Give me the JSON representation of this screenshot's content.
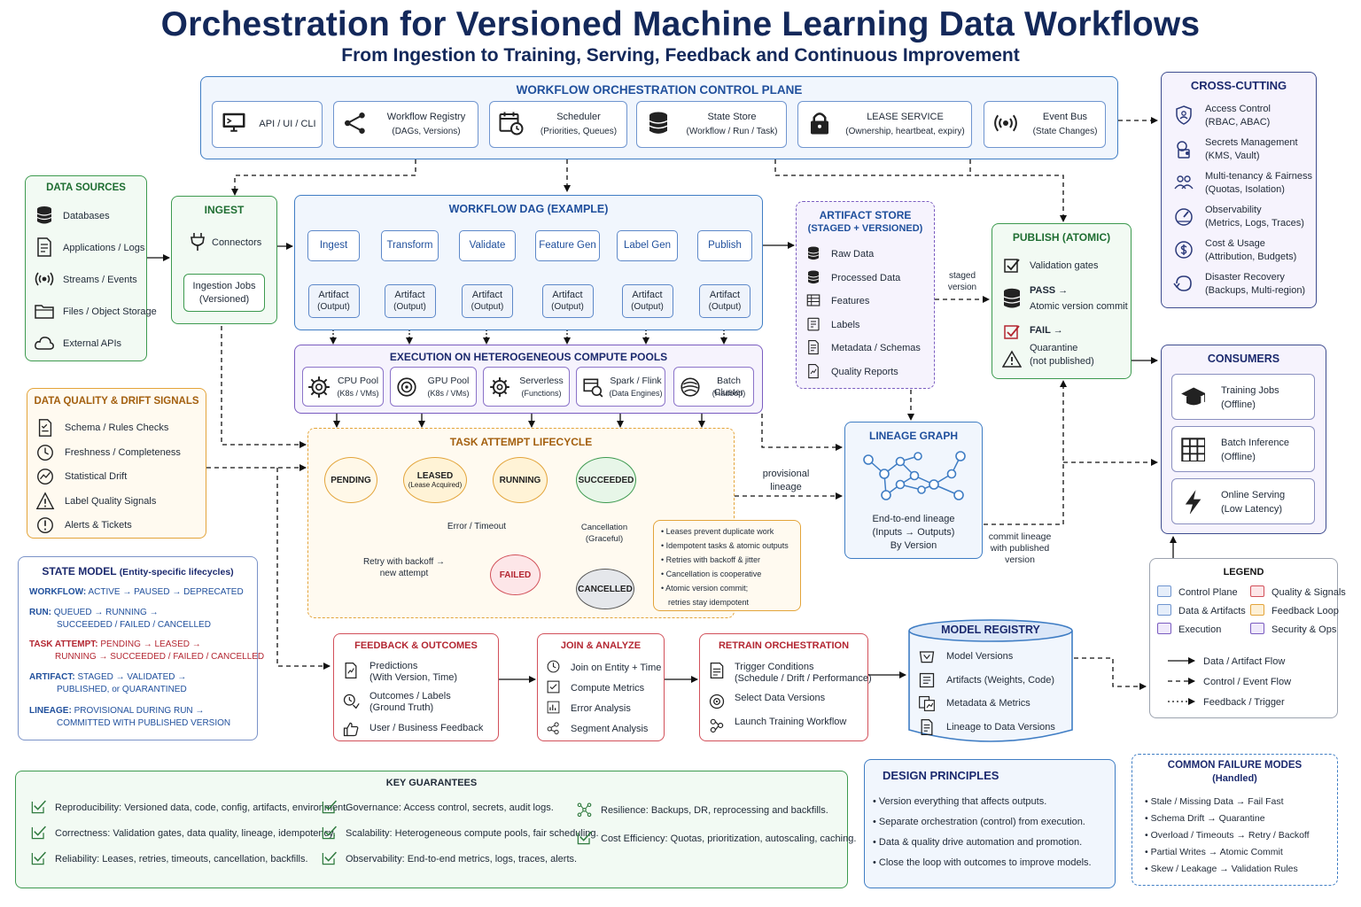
{
  "title": "Orchestration for Versioned Machine Learning Data Workflows",
  "subtitle": "From Ingestion to Training, Serving, Feedback and Continuous Improvement",
  "control_plane": {
    "title": "WORKFLOW ORCHESTRATION CONTROL PLANE",
    "items": [
      {
        "line1": "API / UI / CLI",
        "line2": "",
        "icon": "monitor-icon"
      },
      {
        "line1": "Workflow Registry",
        "line2": "(DAGs, Versions)",
        "icon": "graph-icon"
      },
      {
        "line1": "Scheduler",
        "line2": "(Priorities, Queues)",
        "icon": "calendar-icon"
      },
      {
        "line1": "State Store",
        "line2": "(Workflow / Run / Task)",
        "icon": "database-icon"
      },
      {
        "line1": "LEASE SERVICE",
        "line2": "(Ownership, heartbeat, expiry)",
        "icon": "lock-icon"
      },
      {
        "line1": "Event Bus",
        "line2": "(State Changes)",
        "icon": "broadcast-icon"
      }
    ]
  },
  "cross_cutting": {
    "title": "CROSS-CUTTING",
    "items": [
      {
        "line1": "Access Control",
        "line2": "(RBAC, ABAC)",
        "icon": "shield-icon"
      },
      {
        "line1": "Secrets Management",
        "line2": "(KMS, Vault)",
        "icon": "key-icon"
      },
      {
        "line1": "Multi-tenancy & Fairness",
        "line2": "(Quotas, Isolation)",
        "icon": "users-icon"
      },
      {
        "line1": "Observability",
        "line2": "(Metrics, Logs, Traces)",
        "icon": "gauge-icon"
      },
      {
        "line1": "Cost & Usage",
        "line2": "(Attribution, Budgets)",
        "icon": "dollar-icon"
      },
      {
        "line1": "Disaster Recovery",
        "line2": "(Backups, Multi-region)",
        "icon": "recovery-icon"
      }
    ]
  },
  "data_sources": {
    "title": "DATA SOURCES",
    "items": [
      {
        "label": "Databases",
        "icon": "database-icon"
      },
      {
        "label": "Applications / Logs",
        "icon": "document-icon"
      },
      {
        "label": "Streams / Events",
        "icon": "broadcast-icon"
      },
      {
        "label": "Files / Object Storage",
        "icon": "folder-icon"
      },
      {
        "label": "External APIs",
        "icon": "cloud-icon"
      }
    ]
  },
  "ingest": {
    "title": "INGEST",
    "connectors": "Connectors",
    "jobs_line1": "Ingestion Jobs",
    "jobs_line2": "(Versioned)"
  },
  "dag": {
    "title": "WORKFLOW DAG (EXAMPLE)",
    "steps": [
      "Ingest",
      "Transform",
      "Validate",
      "Feature Gen",
      "Label Gen",
      "Publish"
    ],
    "artifact_line1": "Artifact",
    "artifact_line2": "(Output)"
  },
  "artifact_store": {
    "title_line1": "ARTIFACT STORE",
    "title_line2": "(STAGED + VERSIONED)",
    "items": [
      {
        "label": "Raw Data",
        "icon": "database-icon"
      },
      {
        "label": "Processed Data",
        "icon": "database-icon"
      },
      {
        "label": "Features",
        "icon": "table-icon"
      },
      {
        "label": "Labels",
        "icon": "tag-icon"
      },
      {
        "label": "Metadata / Schemas",
        "icon": "document-icon"
      },
      {
        "label": "Quality Reports",
        "icon": "report-icon"
      }
    ]
  },
  "staged_version_label": [
    "staged",
    "version"
  ],
  "publish": {
    "title": "PUBLISH (ATOMIC)",
    "validation": "Validation gates",
    "pass": "PASS →",
    "pass_desc": "Atomic version commit",
    "fail": "FAIL →",
    "fail_desc1": "Quarantine",
    "fail_desc2": "(not published)"
  },
  "compute": {
    "title": "EXECUTION ON HETEROGENEOUS COMPUTE POOLS",
    "pools": [
      {
        "line1": "CPU Pool",
        "line2": "(K8s / VMs)",
        "icon": "cpu-icon"
      },
      {
        "line1": "GPU Pool",
        "line2": "(K8s / VMs)",
        "icon": "gpu-icon"
      },
      {
        "line1": "Serverless",
        "line2": "(Functions)",
        "icon": "gear-icon"
      },
      {
        "line1": "Spark / Flink",
        "line2": "(Data Engines)",
        "icon": "engine-icon"
      },
      {
        "line1": "Batch Cluster",
        "line2": "(Hadoop)",
        "icon": "cluster-icon"
      }
    ]
  },
  "quality_signals": {
    "title": "DATA QUALITY & DRIFT SIGNALS",
    "items": [
      {
        "label": "Schema / Rules Checks",
        "icon": "checklist-icon"
      },
      {
        "label": "Freshness / Completeness",
        "icon": "clock-icon"
      },
      {
        "label": "Statistical Drift",
        "icon": "drift-icon"
      },
      {
        "label": "Label Quality Signals",
        "icon": "warning-icon"
      },
      {
        "label": "Alerts & Tickets",
        "icon": "alert-icon"
      }
    ]
  },
  "lifecycle": {
    "title": "TASK ATTEMPT LIFECYCLE",
    "pending": "PENDING",
    "leased": "LEASED",
    "leased_sub": "(Lease Acquired)",
    "running": "RUNNING",
    "succeeded": "SUCCEEDED",
    "failed": "FAILED",
    "cancelled": "CANCELLED",
    "error_label": "Error / Timeout",
    "cancel_label1": "Cancellation",
    "cancel_label2": "(Graceful)",
    "retry_label1": "Retry with backoff →",
    "retry_label2": "new attempt",
    "notes": [
      "Leases prevent duplicate work",
      "Idempotent tasks & atomic outputs",
      "Retries with backoff & jitter",
      "Cancellation is cooperative",
      "Atomic version commit;",
      "retries stay idempotent"
    ]
  },
  "provisional_label": [
    "provisional",
    "lineage"
  ],
  "lineage": {
    "title": "LINEAGE GRAPH",
    "desc": [
      "End-to-end lineage",
      "(Inputs → Outputs)",
      "By Version"
    ]
  },
  "commit_label": [
    "commit lineage",
    "with published",
    "version"
  ],
  "consumers": {
    "title": "CONSUMERS",
    "items": [
      {
        "line1": "Training Jobs",
        "line2": "(Offline)",
        "icon": "graduation-icon"
      },
      {
        "line1": "Batch Inference",
        "line2": "(Offline)",
        "icon": "grid-icon"
      },
      {
        "line1": "Online Serving",
        "line2": "(Low Latency)",
        "icon": "lightning-icon"
      }
    ]
  },
  "legend": {
    "title": "LEGEND",
    "swatches": [
      {
        "label": "Control Plane",
        "color": "#e6eefa",
        "border": "#6f95cf"
      },
      {
        "label": "Quality & Signals",
        "color": "#fde6e8",
        "border": "#d2505a"
      },
      {
        "label": "Data & Artifacts",
        "color": "#e6eefa",
        "border": "#6f95cf"
      },
      {
        "label": "Feedback Loop",
        "color": "#fdf0d6",
        "border": "#e3a43a"
      },
      {
        "label": "Execution",
        "color": "#efe9fb",
        "border": "#7a5cc0"
      },
      {
        "label": "Security & Ops",
        "color": "#efe9fb",
        "border": "#7a5cc0"
      }
    ],
    "lines": [
      "Data / Artifact Flow",
      "Control / Event Flow",
      "Feedback / Trigger"
    ]
  },
  "state_model": {
    "title": "STATE MODEL",
    "title_sub": "(Entity-specific lifecycles)",
    "rows": [
      {
        "key": "WORKFLOW:",
        "line1": "ACTIVE → PAUSED → DEPRECATED",
        "line2": "",
        "color": "#1f4f9c"
      },
      {
        "key": "RUN:",
        "line1": "QUEUED → RUNNING →",
        "line2": "SUCCEEDED / FAILED / CANCELLED",
        "color": "#1f4f9c"
      },
      {
        "key": "TASK ATTEMPT:",
        "line1": "PENDING → LEASED →",
        "line2": "RUNNING → SUCCEEDED / FAILED / CANCELLED",
        "color": "#b32631"
      },
      {
        "key": "ARTIFACT:",
        "line1": "STAGED → VALIDATED →",
        "line2": "PUBLISHED, or QUARANTINED",
        "color": "#1f4f9c"
      },
      {
        "key": "LINEAGE:",
        "line1": "PROVISIONAL DURING RUN →",
        "line2": "COMMITTED WITH PUBLISHED VERSION",
        "color": "#1f4f9c"
      }
    ]
  },
  "feedback": {
    "title": "FEEDBACK & OUTCOMES",
    "items": [
      {
        "line1": "Predictions",
        "line2": "(With Version, Time)",
        "icon": "prediction-icon"
      },
      {
        "line1": "Outcomes / Labels",
        "line2": "(Ground Truth)",
        "icon": "outcome-icon"
      },
      {
        "line1": "User / Business Feedback",
        "line2": "",
        "icon": "thumbs-up-icon"
      }
    ]
  },
  "join": {
    "title": "JOIN & ANALYZE",
    "items": [
      {
        "label": "Join on Entity + Time",
        "icon": "clock-icon"
      },
      {
        "label": "Compute Metrics",
        "icon": "check-icon"
      },
      {
        "label": "Error Analysis",
        "icon": "chart-icon"
      },
      {
        "label": "Segment Analysis",
        "icon": "segment-icon"
      }
    ]
  },
  "retrain": {
    "title": "RETRAIN ORCHESTRATION",
    "items": [
      {
        "line1": "Trigger Conditions",
        "line2": "(Schedule / Drift / Performance)",
        "icon": "trigger-icon"
      },
      {
        "line1": "Select Data Versions",
        "line2": "",
        "icon": "target-icon"
      },
      {
        "line1": "Launch Training Workflow",
        "line2": "",
        "icon": "workflow-icon"
      }
    ]
  },
  "model_registry": {
    "title": "MODEL REGISTRY",
    "items": [
      {
        "label": "Model Versions",
        "icon": "model-icon"
      },
      {
        "label": "Artifacts (Weights, Code)",
        "icon": "list-icon"
      },
      {
        "label": "Metadata & Metrics",
        "icon": "metrics-icon"
      },
      {
        "label": "Lineage to Data Versions",
        "icon": "document-icon"
      }
    ]
  },
  "guarantees": {
    "title": "KEY GUARANTEES",
    "items": [
      {
        "key": "Reproducibility:",
        "text": "Versioned data, code, config, artifacts, environment."
      },
      {
        "key": "Correctness:",
        "text": "Validation gates, data quality, lineage, idempotency."
      },
      {
        "key": "Reliability:",
        "text": "Leases, retries, timeouts, cancellation, backfills."
      },
      {
        "key": "Governance:",
        "text": "Access control, secrets, audit logs."
      },
      {
        "key": "Scalability:",
        "text": "Heterogeneous compute pools, fair scheduling."
      },
      {
        "key": "Observability:",
        "text": "End-to-end metrics, logs, traces, alerts."
      },
      {
        "key": "Resilience:",
        "text": "Backups, DR, reprocessing and backfills."
      },
      {
        "key": "Cost Efficiency:",
        "text": "Quotas, prioritization, autoscaling, caching."
      }
    ]
  },
  "principles": {
    "title": "DESIGN PRINCIPLES",
    "items": [
      "Version everything that affects outputs.",
      "Separate orchestration (control) from execution.",
      "Data & quality drive automation and promotion.",
      "Close the loop with outcomes to improve models."
    ]
  },
  "failure_modes": {
    "title": "COMMON FAILURE MODES",
    "title_sub": "(Handled)",
    "items": [
      "Stale / Missing Data → Fail Fast",
      "Schema Drift → Quarantine",
      "Overload / Timeouts → Retry / Backoff",
      "Partial Writes → Atomic Commit",
      "Skew / Leakage → Validation Rules"
    ]
  }
}
